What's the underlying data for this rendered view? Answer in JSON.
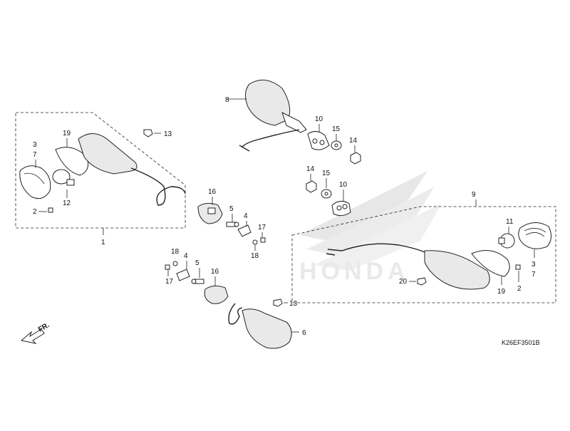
{
  "diagram": {
    "part_numbers": {
      "n1": "1",
      "n2a": "2",
      "n2b": "2",
      "n3a": "3",
      "n3b": "3",
      "n4a": "4",
      "n4b": "4",
      "n5a": "5",
      "n5b": "5",
      "n6": "6",
      "n7a": "7",
      "n7b": "7",
      "n8": "8",
      "n9": "9",
      "n10a": "10",
      "n10b": "10",
      "n11": "11",
      "n12": "12",
      "n13a": "13",
      "n13b": "13",
      "n14a": "14",
      "n14b": "14",
      "n15a": "15",
      "n15b": "15",
      "n16a": "16",
      "n16b": "16",
      "n17a": "17",
      "n17b": "17",
      "n18a": "18",
      "n18b": "18",
      "n19a": "19",
      "n19b": "19",
      "n20": "20"
    },
    "front_arrow_label": "FR.",
    "diagram_code": "K26EF3501B",
    "watermark_text": "HONDA"
  }
}
